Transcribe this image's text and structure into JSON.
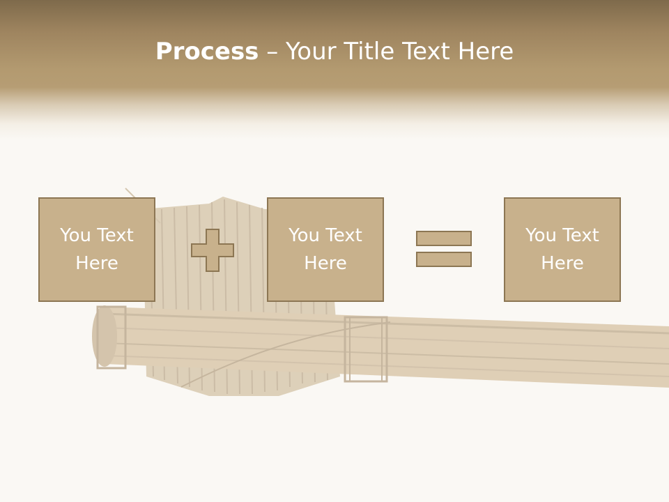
{
  "slide": {
    "title_bold": "Process",
    "title_rest": " – Your Title Text Here"
  },
  "process": {
    "boxes": [
      {
        "text": "You Text Here"
      },
      {
        "text": "You Text Here"
      },
      {
        "text": "You Text Here"
      }
    ],
    "operators": [
      "plus-icon",
      "equals-icon"
    ]
  },
  "colors": {
    "header": "#9e845f",
    "box_fill": "#c8b18c",
    "box_border": "#8c7653",
    "text": "#ffffff",
    "background": "#faf8f4"
  }
}
